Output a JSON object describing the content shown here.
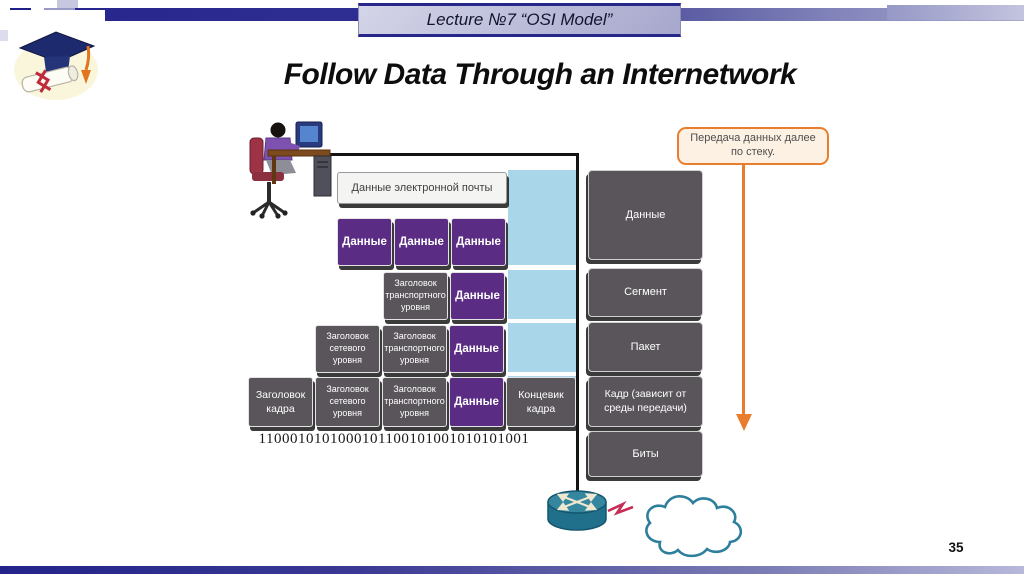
{
  "header": {
    "lecture_title": "Lecture  №7 “OSI Model”"
  },
  "title": "Follow Data Through an Internetwork",
  "page_number": "35",
  "diagram": {
    "callout": "Передача данных далее по стеку.",
    "rows": [
      {
        "cells": [
          {
            "label": "Данные электронной почты",
            "kind": "email"
          }
        ]
      },
      {
        "cells": [
          {
            "label": "Данные",
            "kind": "data"
          },
          {
            "label": "Данные",
            "kind": "data"
          },
          {
            "label": "Данные",
            "kind": "data"
          }
        ]
      },
      {
        "cells": [
          {
            "label": "Заголовок транспортного уровня",
            "kind": "hdr"
          },
          {
            "label": "Данные",
            "kind": "data"
          }
        ]
      },
      {
        "cells": [
          {
            "label": "Заголовок сетевого уровня",
            "kind": "hdr"
          },
          {
            "label": "Заголовок транспортного уровня",
            "kind": "hdr"
          },
          {
            "label": "Данные",
            "kind": "data"
          }
        ]
      },
      {
        "cells": [
          {
            "label": "Заголовок кадра",
            "kind": "hdr_lg"
          },
          {
            "label": "Заголовок сетевого уровня",
            "kind": "hdr"
          },
          {
            "label": "Заголовок транспортного уровня",
            "kind": "hdr"
          },
          {
            "label": "Данные",
            "kind": "data"
          },
          {
            "label": "Концевик кадра",
            "kind": "trailer"
          }
        ]
      }
    ],
    "bits": "1100010101000101100101001010101001",
    "pdu_boxes": [
      "Данные",
      "Сегмент",
      "Пакет",
      "Кадр (зависит от среды передачи)",
      "Биты"
    ],
    "icons": {
      "logo": "graduation-cap-logo",
      "sender": "workstation-user-icon",
      "router": "router-icon",
      "link": "serial-link-zigzag-icon",
      "cloud": "network-cloud-icon"
    },
    "colors": {
      "purple_data": "#5b2c83",
      "gray_box": "#59555a",
      "cyan_column": "#a9d6e8",
      "orange_accent": "#e87e2d",
      "bar_navy": "#26268e",
      "router_teal": "#2d7f9c",
      "link_red": "#c82c55"
    }
  }
}
